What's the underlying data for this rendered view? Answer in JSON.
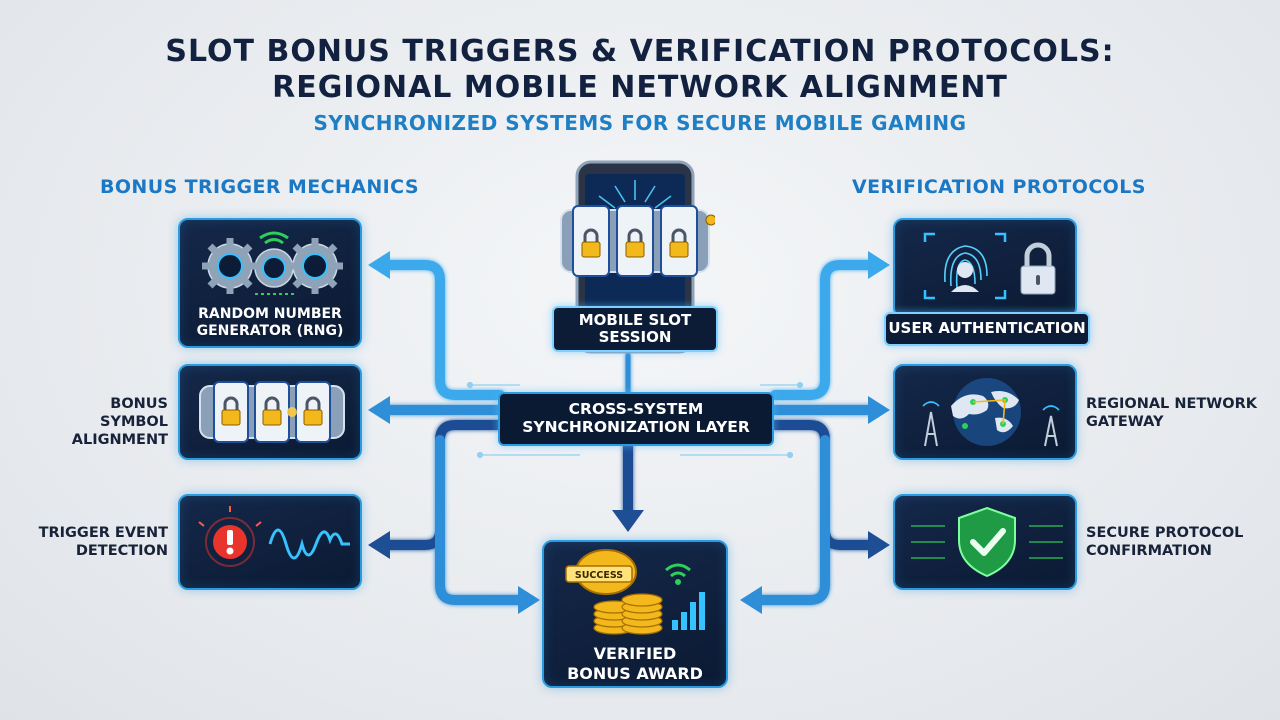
{
  "title": {
    "line1": "SLOT BONUS TRIGGERS & VERIFICATION PROTOCOLS:",
    "line2": "REGIONAL MOBILE NETWORK ALIGNMENT",
    "subtitle": "SYNCHRONIZED SYSTEMS FOR SECURE MOBILE GAMING"
  },
  "left_section": {
    "title": "BONUS TRIGGER MECHANICS",
    "items": [
      {
        "label_line1": "RANDOM NUMBER",
        "label_line2": "GENERATOR (RNG)",
        "icon": "gears-icon"
      },
      {
        "label_line1": "BONUS SYMBOL",
        "label_line2": "ALIGNMENT",
        "icon": "slot-reels-icon"
      },
      {
        "label_line1": "TRIGGER EVENT",
        "label_line2": "DETECTION",
        "icon": "alert-waveform-icon"
      }
    ]
  },
  "right_section": {
    "title": "VERIFICATION PROTOCOLS",
    "items": [
      {
        "label": "USER AUTHENTICATION",
        "icon": "fingerprint-lock-icon"
      },
      {
        "label_line1": "REGIONAL NETWORK",
        "label_line2": "GATEWAY",
        "icon": "globe-tower-icon"
      },
      {
        "label_line1": "SECURE PROTOCOL",
        "label_line2": "CONFIRMATION",
        "icon": "shield-check-icon"
      }
    ]
  },
  "center": {
    "mobile_label_line1": "MOBILE SLOT",
    "mobile_label_line2": "SESSION",
    "sync_label_line1": "CROSS-SYSTEM",
    "sync_label_line2": "SYNCHRONIZATION LAYER",
    "award_badge": "SUCCESS",
    "award_label_line1": "VERIFIED",
    "award_label_line2": "BONUS AWARD"
  },
  "colors": {
    "navy": "#12213f",
    "accent_blue": "#1b78c4",
    "glow_blue": "#2b9be0",
    "gold": "#f2b81c",
    "alert_red": "#e8342b",
    "secure_green": "#2fd05a"
  }
}
